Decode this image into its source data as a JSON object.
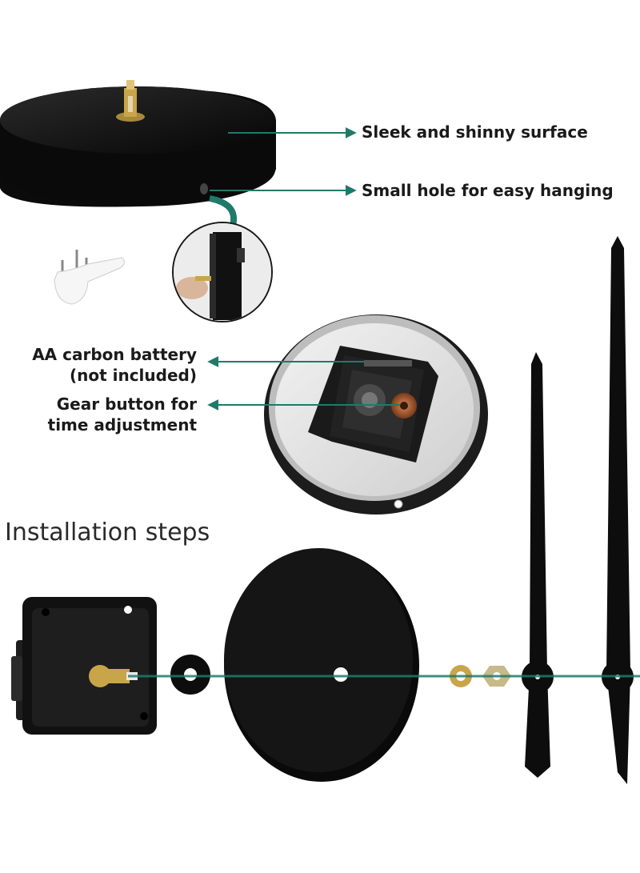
{
  "callouts": {
    "surface": "Sleek and shinny surface",
    "hole": "Small hole for easy hanging",
    "battery_line1": "AA carbon battery",
    "battery_line2": "(not included)",
    "gear_line1": "Gear button for",
    "gear_line2": "time adjustment"
  },
  "section_title": "Installation steps",
  "colors": {
    "accent": "#1f7a6a",
    "disc": "#0d0d0d",
    "brass": "#c9a54a",
    "white": "#ffffff"
  }
}
